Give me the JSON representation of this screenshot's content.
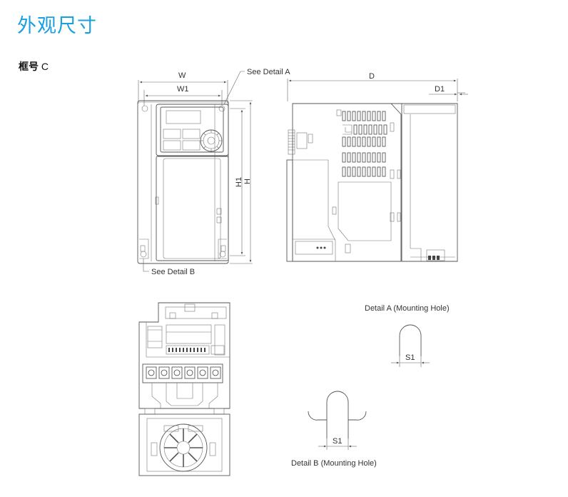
{
  "page": {
    "title": "外观尺寸",
    "frame_label_bold": "框号",
    "frame_label_code": "C"
  },
  "front_view": {
    "dim_w": "W",
    "dim_w1": "W1",
    "dim_h": "H",
    "dim_h1": "H1",
    "callout_a": "See Detail A",
    "callout_b": "See Detail B"
  },
  "side_view": {
    "dim_d": "D",
    "dim_d1": "D1"
  },
  "detail_a": {
    "caption": "Detail A (Mounting Hole)",
    "dim_s1": "S1"
  },
  "detail_b": {
    "caption": "Detail B (Mounting Hole)",
    "dim_s1": "S1"
  }
}
